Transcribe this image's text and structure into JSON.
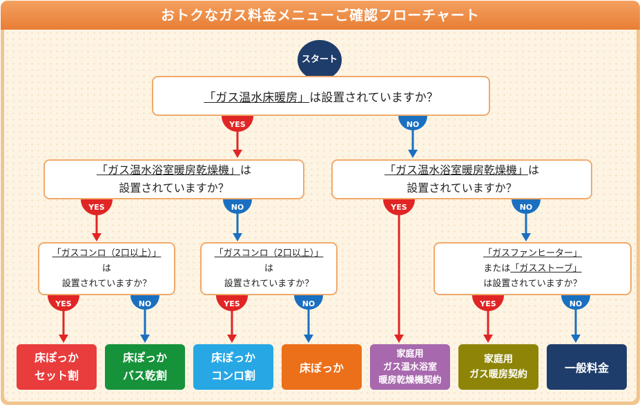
{
  "header": {
    "title": "おトクなガス料金メニューご確認フローチャート"
  },
  "start": {
    "label": "スタート"
  },
  "questions": {
    "q1": {
      "item": "「ガス温水床暖房」",
      "text": "は設置されていますか？"
    },
    "q2": {
      "item": "「ガス温水浴室暖房乾燥機」",
      "line1_suffix": "は",
      "line2": "設置されていますか？"
    },
    "q3": {
      "item": "「ガス温水浴室暖房乾燥機」",
      "line1_suffix": "は",
      "line2": "設置されていますか？"
    },
    "q4": {
      "item": "「ガスコンロ（2口以上）」",
      "line2": "は",
      "line3": "設置されていますか？"
    },
    "q5": {
      "item": "「ガスコンロ（2口以上）」",
      "line2": "は",
      "line3": "設置されていますか？"
    },
    "q6": {
      "item": "「ガスファンヒーター」",
      "line2_prefix": "または",
      "item2": "「ガスストーブ」",
      "line3": "は設置されていますか？"
    }
  },
  "answers": {
    "yes": "YES",
    "no": "NO"
  },
  "results": [
    {
      "line1": "床ぽっか",
      "line2": "セット割"
    },
    {
      "line1": "床ぽっか",
      "line2": "バス乾割"
    },
    {
      "line1": "床ぽっか",
      "line2": "コンロ割"
    },
    {
      "line1": "床ぽっか"
    },
    {
      "line1": "家庭用",
      "line2": "ガス温水浴室",
      "line3": "暖房乾燥機契約"
    },
    {
      "line1": "家庭用",
      "line2": "ガス暖房契約"
    },
    {
      "line1": "一般料金"
    }
  ],
  "colors": {
    "yes": "#e02525",
    "no": "#1a6fc0",
    "accent": "#e87e34",
    "box_border": "#f0a96a"
  }
}
